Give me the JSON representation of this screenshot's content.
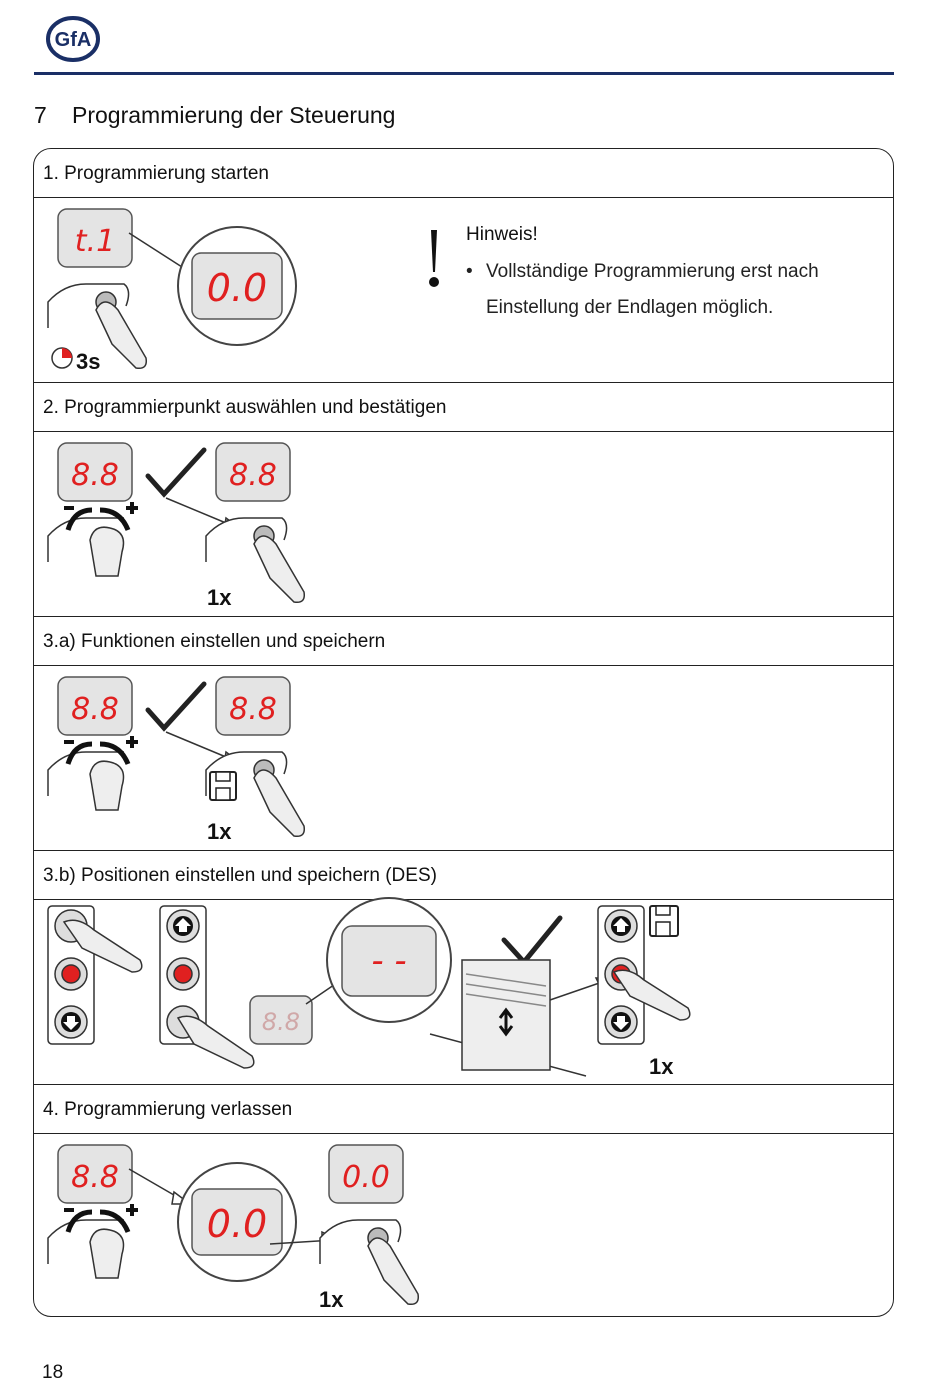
{
  "brand": {
    "logo_text": "GfA",
    "color": "#1a2f66"
  },
  "heading": {
    "number": "7",
    "title": "Programmierung der Steuerung"
  },
  "sections": [
    {
      "title": "1. Programmierung starten",
      "display_before": "t.1",
      "display_after": "0.0",
      "timer": "3s",
      "note": {
        "title": "Hinweis!",
        "bullet": "•",
        "line1": "Vollständige Programmierung erst nach",
        "line2": "Einstellung der Endlagen möglich."
      }
    },
    {
      "title": "2. Programmierpunkt auswählen und bestätigen",
      "display_a": "8.8",
      "display_b": "8.8",
      "count": "1x"
    },
    {
      "title": "3.a) Funktionen einstellen und speichern",
      "display_a": "8.8",
      "display_b": "8.8",
      "count": "1x"
    },
    {
      "title": "3.b) Positionen einstellen und speichern (DES)",
      "display_small": "8.8",
      "display_zoom": "- -",
      "count": "1x"
    },
    {
      "title": "4. Programmierung verlassen",
      "display_a": "8.8",
      "display_zoom": "0.0",
      "display_b": "0.0",
      "count": "1x"
    }
  ],
  "page_number": "18",
  "colors": {
    "segment_red": "#e02020",
    "dim_segment": "#d0a8a8",
    "panel_gray": "#e4e4e4"
  }
}
